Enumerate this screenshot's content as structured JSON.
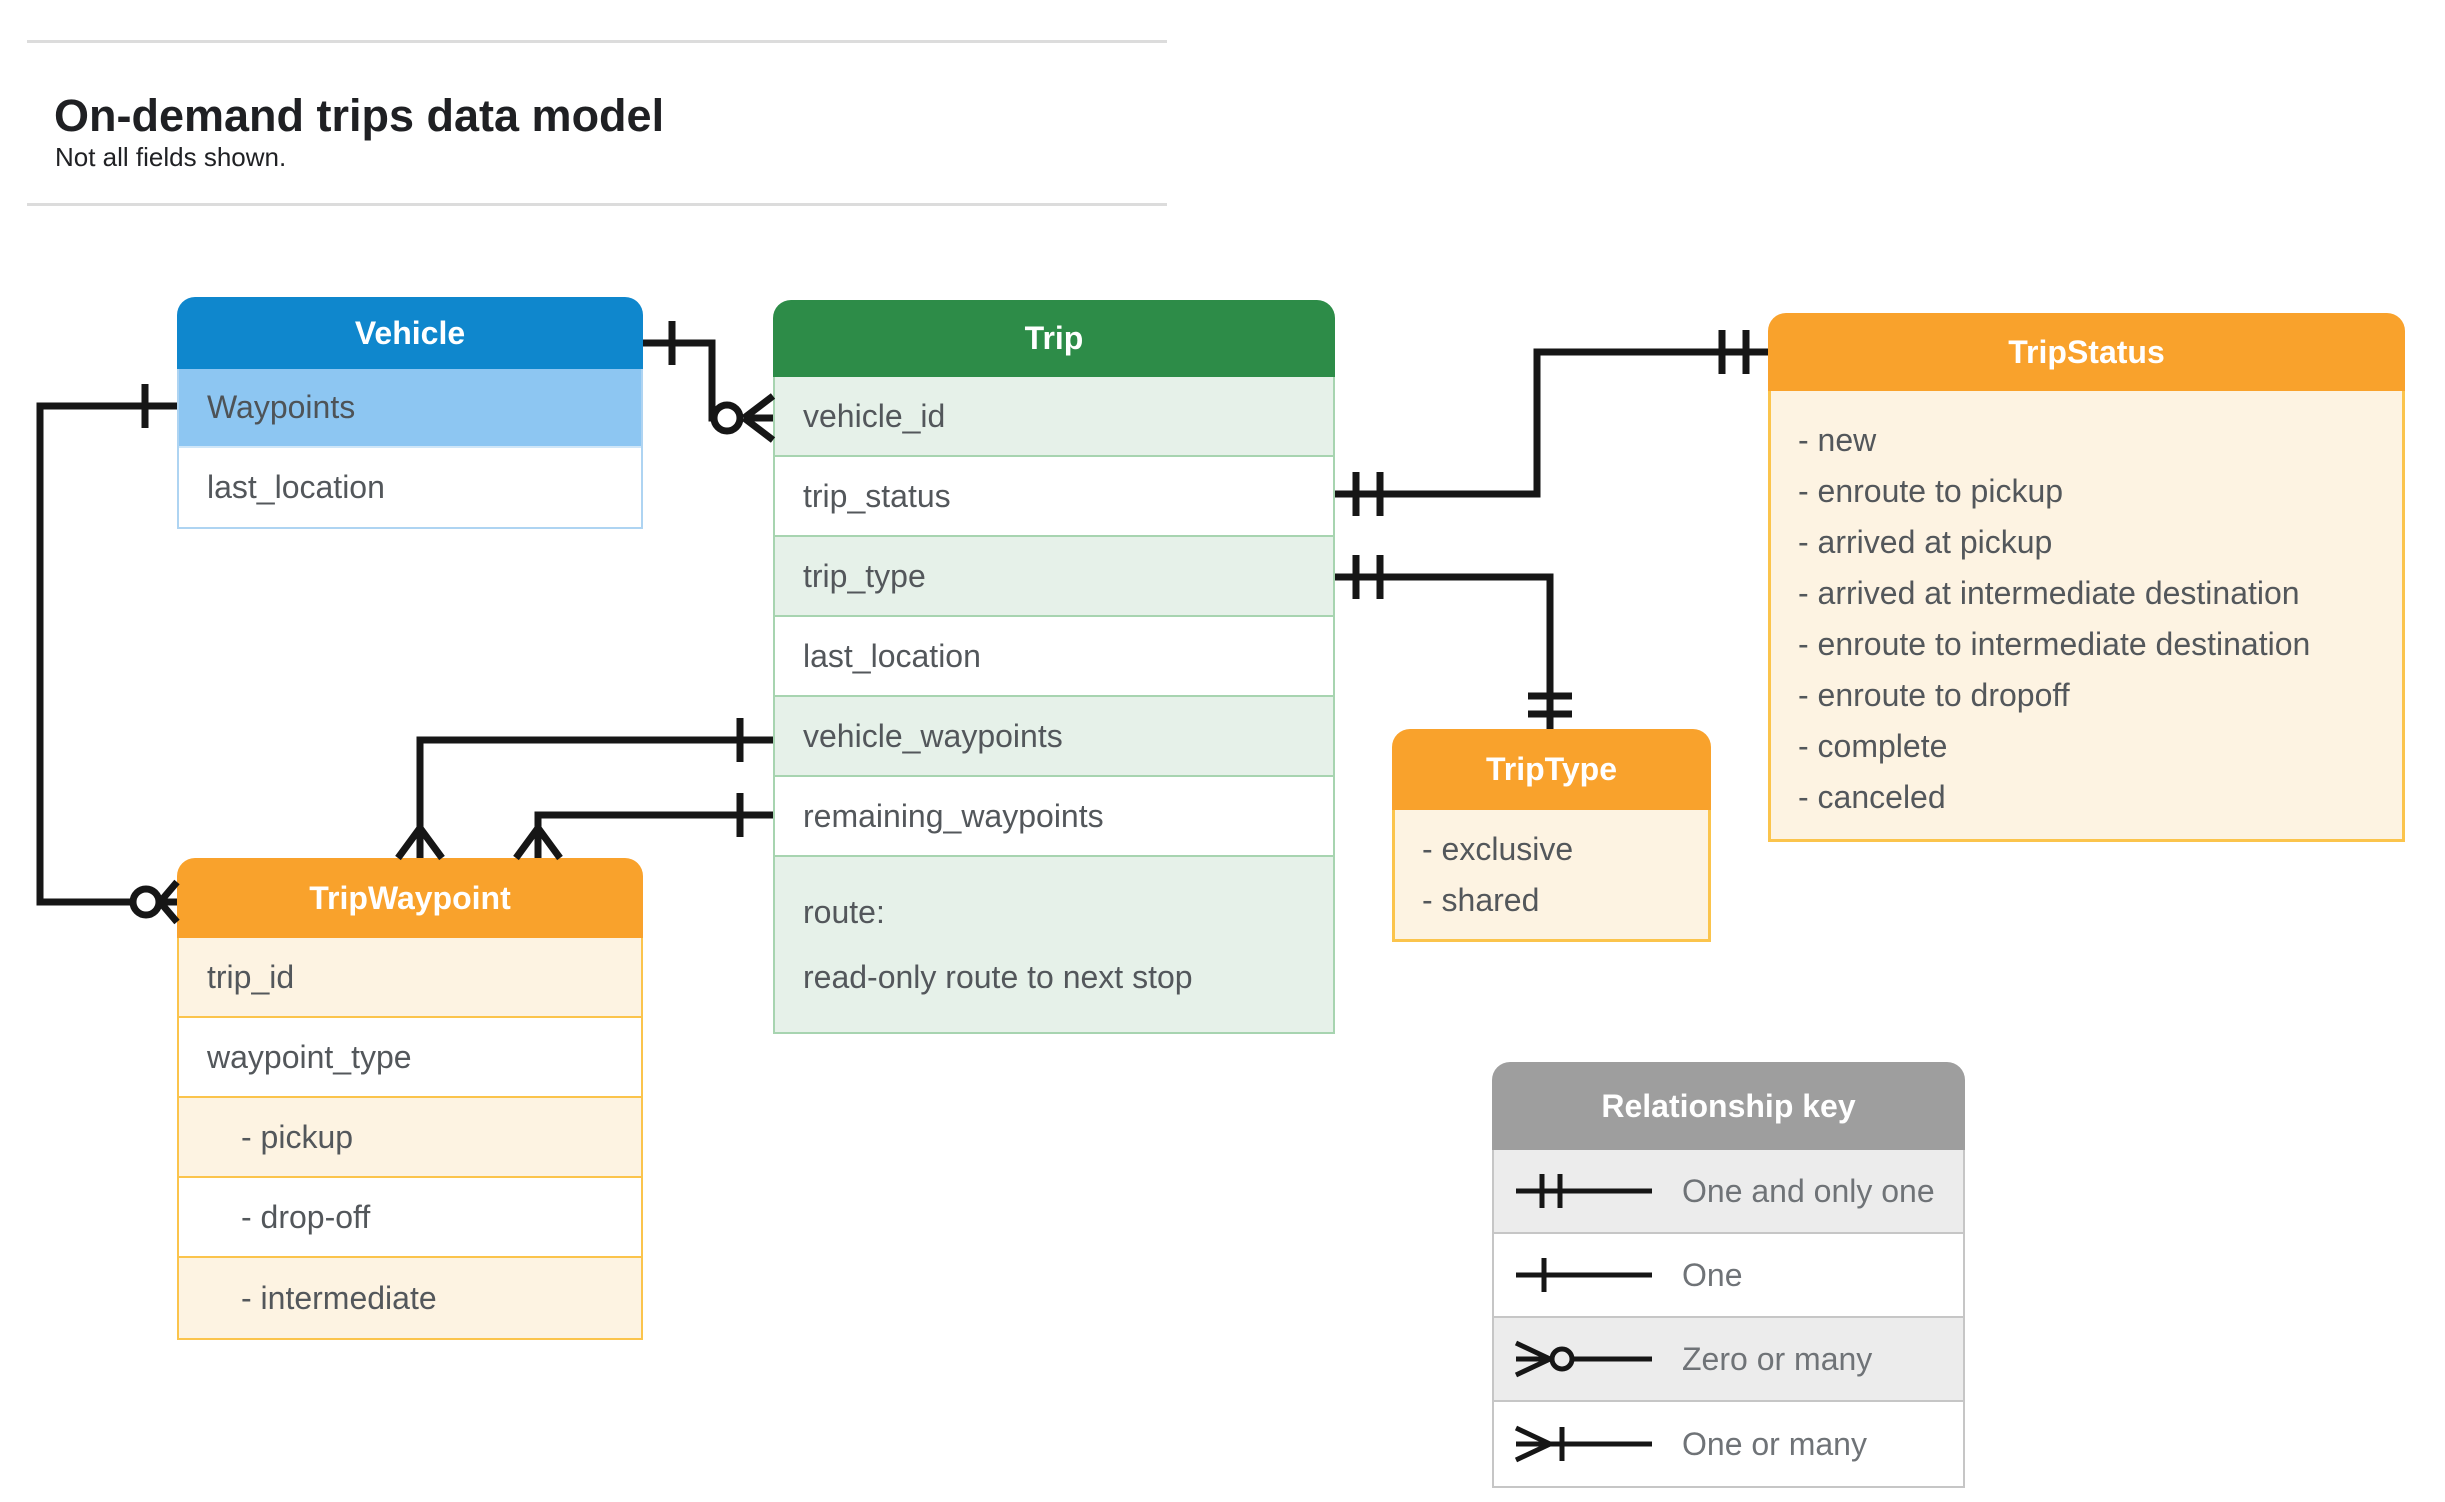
{
  "page": {
    "title": "On-demand trips data model",
    "subtitle": "Not all fields shown."
  },
  "tables": {
    "vehicle": {
      "title": "Vehicle",
      "rows": [
        {
          "label": "Waypoints",
          "shade": true
        },
        {
          "label": "last_location"
        }
      ]
    },
    "trip": {
      "title": "Trip",
      "rows": [
        {
          "label": "vehicle_id",
          "shade": true
        },
        {
          "label": "trip_status"
        },
        {
          "label": "trip_type",
          "shade": true
        },
        {
          "label": "last_location"
        },
        {
          "label": "vehicle_waypoints",
          "shade": true
        },
        {
          "label": "remaining_waypoints"
        },
        {
          "label": "route:",
          "label2": "read-only route to next stop",
          "shade": true,
          "double": true
        }
      ]
    },
    "trip_status": {
      "title": "TripStatus",
      "items": [
        "- new",
        "- enroute to pickup",
        "- arrived at pickup",
        "- arrived at intermediate destination",
        "- enroute to intermediate destination",
        "- enroute to dropoff",
        "- complete",
        "- canceled"
      ]
    },
    "trip_type": {
      "title": "TripType",
      "items": [
        "- exclusive",
        "- shared"
      ]
    },
    "trip_waypoint": {
      "title": "TripWaypoint",
      "rows": [
        {
          "label": "trip_id",
          "shade": true
        },
        {
          "label": "waypoint_type"
        },
        {
          "label": "- pickup",
          "shade": true,
          "indent": true
        },
        {
          "label": "- drop-off",
          "indent": true
        },
        {
          "label": "- intermediate",
          "shade": true,
          "indent": true
        }
      ]
    }
  },
  "legend": {
    "title": "Relationship key",
    "rows": [
      {
        "symbol": "one-and-only-one",
        "label": "One and only one",
        "shade": true
      },
      {
        "symbol": "one",
        "label": "One"
      },
      {
        "symbol": "zero-or-many",
        "label": "Zero or many",
        "shade": true
      },
      {
        "symbol": "one-or-many",
        "label": "One or many"
      }
    ]
  },
  "colors": {
    "vehicle_header": "#0f87cd",
    "vehicle_highlight": "#8dc6f2",
    "trip_header": "#2d8c48",
    "trip_row_shade": "#e6f1e9",
    "orange_header": "#f9a22c",
    "orange_row_shade": "#fdf3e2",
    "orange_border": "#fbc44c",
    "key_header": "#9e9e9e",
    "key_row_shade": "#ececec",
    "connector_line": "#161616"
  }
}
